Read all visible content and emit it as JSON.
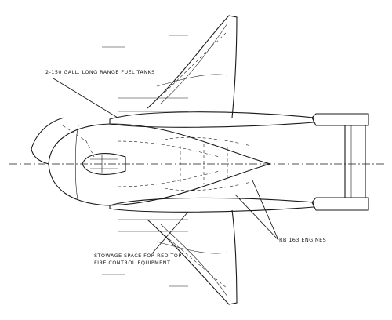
{
  "annotations": {
    "fuel_tanks": "2-150 GALL. LONG RANGE FUEL TANKS",
    "engines": "RB 163 ENGINES",
    "stowage_line1": "STOWAGE SPACE FOR RED TOP",
    "stowage_line2": "FIRE CONTROL EQUIPMENT"
  },
  "colors": {
    "ink": "#1a1a1a",
    "paper": "#ffffff"
  }
}
